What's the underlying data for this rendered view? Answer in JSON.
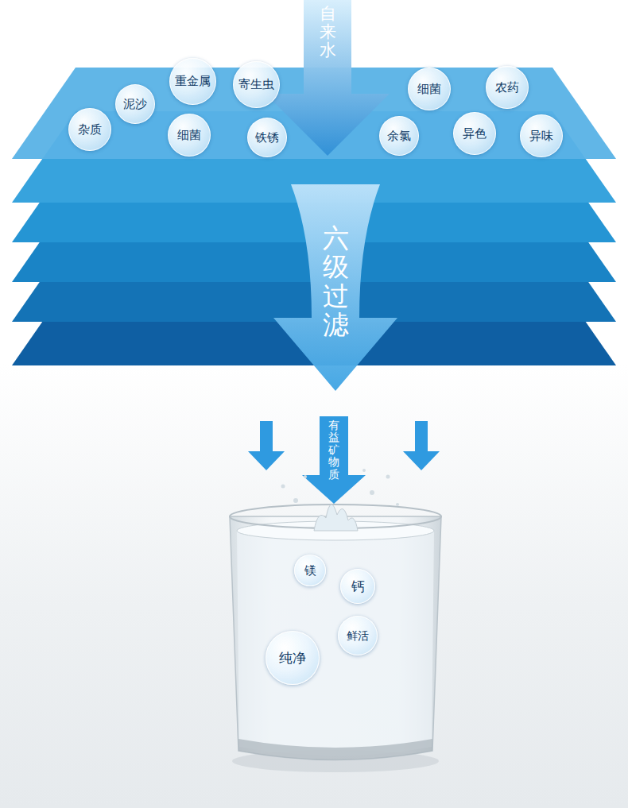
{
  "diagram": {
    "nodes": [
      {
        "text": [
          "重金属"
        ]
      },
      {
        "text": [
          "寄生虫"
        ]
      },
      {
        "text": [
          "细菌"
        ]
      },
      {
        "text": [
          "农药"
        ]
      },
      {
        "text": [
          "泥沙"
        ]
      },
      {
        "text": [
          "杂质"
        ]
      },
      {
        "text": [
          "细菌"
        ]
      },
      {
        "text": [
          "铁锈"
        ]
      },
      {
        "text": [
          "余氯"
        ]
      },
      {
        "text": [
          "异色"
        ]
      },
      {
        "text": [
          "异味"
        ]
      },
      {
        "text": [
          "镁"
        ]
      },
      {
        "text": [
          "钙"
        ]
      },
      {
        "text": [
          "鲜活"
        ]
      },
      {
        "text": [
          "纯净"
        ]
      }
    ],
    "labels": [
      "自来水",
      "六级过滤",
      "有益矿物质"
    ]
  }
}
